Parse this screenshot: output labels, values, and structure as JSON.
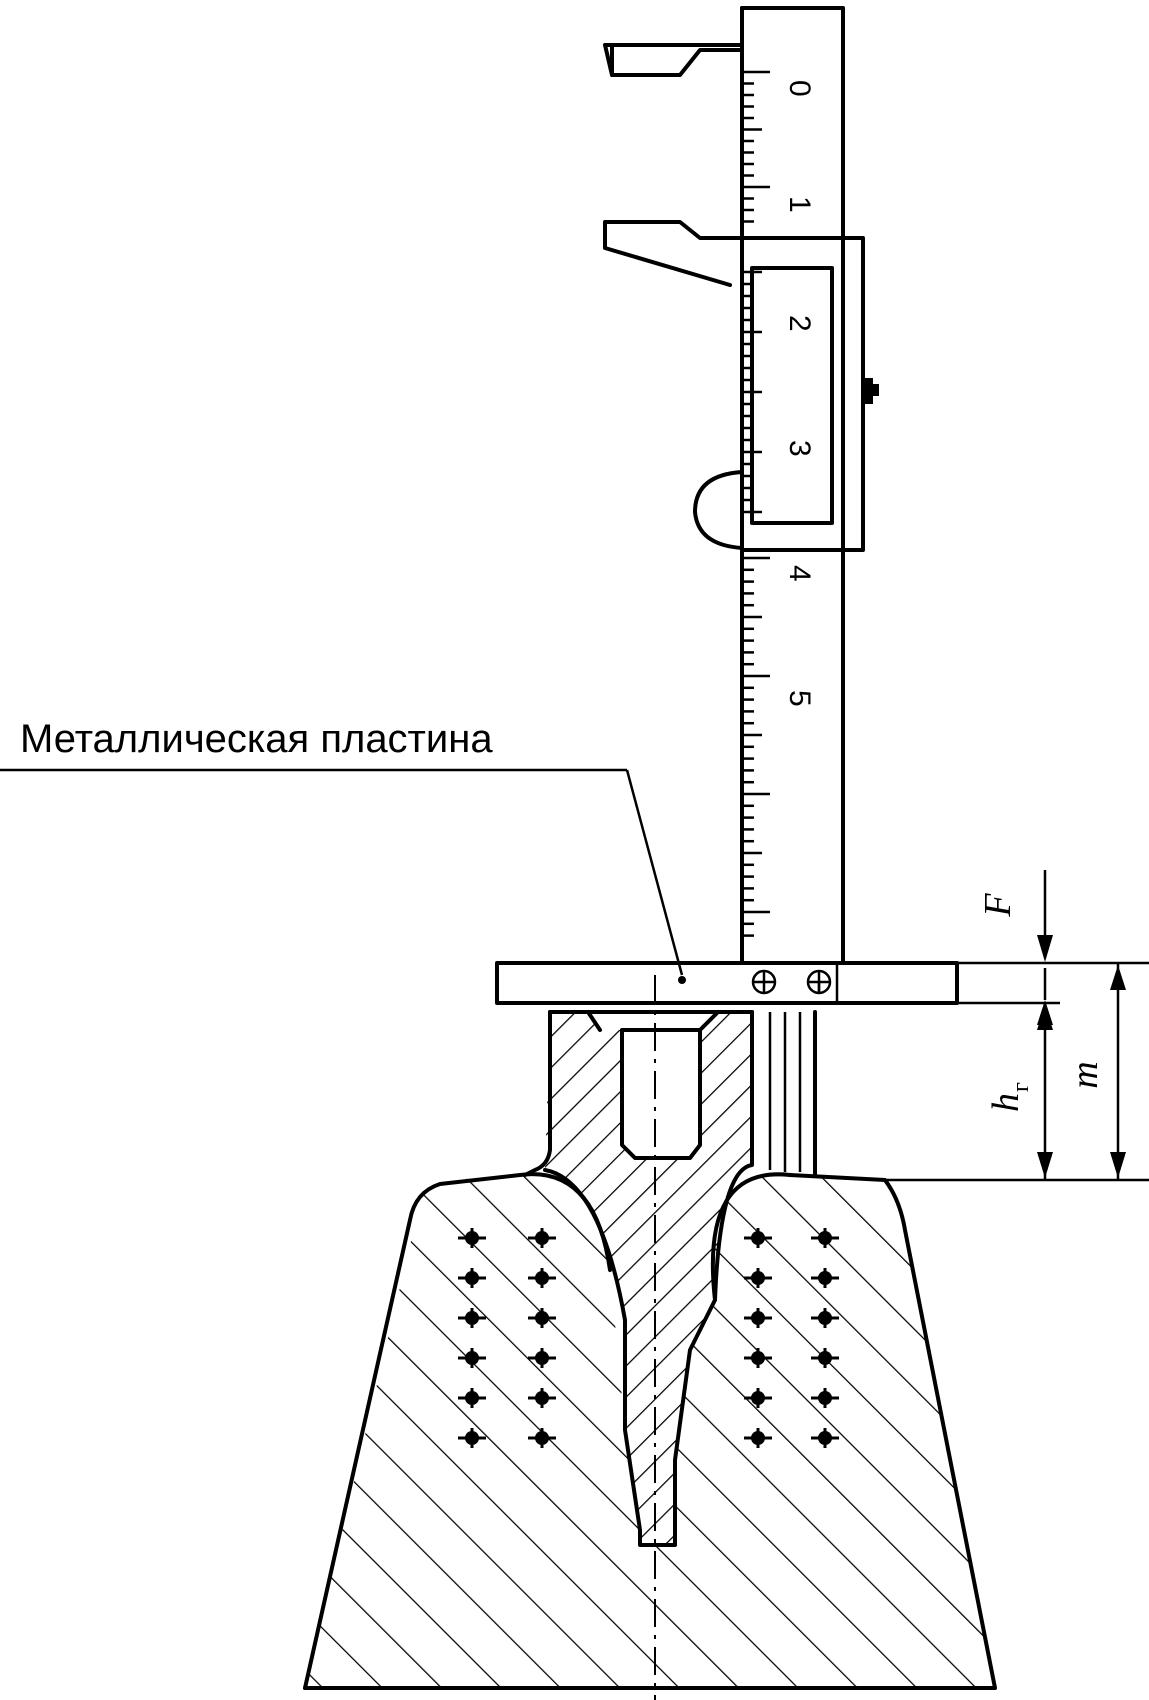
{
  "label": "Металлическая пластина",
  "dimensions": {
    "F": "F",
    "h": "h",
    "h_sub": "г",
    "m": "m"
  },
  "scale_digits": [
    "0",
    "1",
    "2",
    "3",
    "4",
    "5"
  ],
  "colors": {
    "ink": "#000000",
    "paper": "#ffffff"
  }
}
